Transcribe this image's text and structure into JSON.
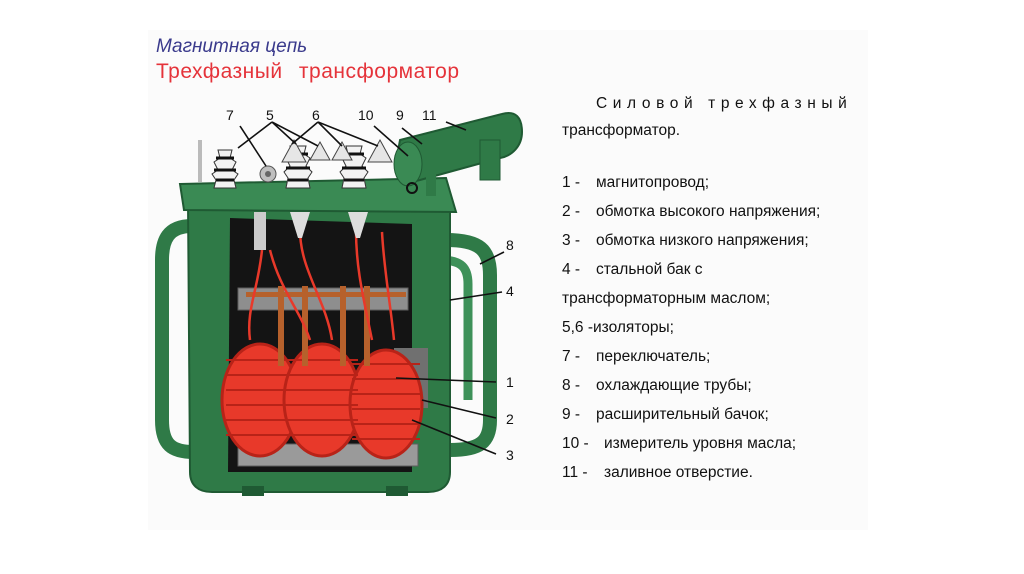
{
  "header": {
    "title_top": "Магнитная цепь",
    "title_main": "Трехфазный трансформатор"
  },
  "description": {
    "title_line1": "Силовой трехфазный",
    "title_line2": "трансформатор."
  },
  "legend": [
    {
      "num": "1 -",
      "text": "магнитопровод;"
    },
    {
      "num": "2 -",
      "text": "обмотка высокого напряжения;"
    },
    {
      "num": "3 -",
      "text": "обмотка низкого напряжения;"
    },
    {
      "num": "4 -",
      "text": "стальной бак с"
    },
    {
      "num": "",
      "text": "трансформаторным маслом;"
    },
    {
      "num": "5,6 -",
      "text": "изоляторы;"
    },
    {
      "num": "7 -",
      "text": "переключатель;"
    },
    {
      "num": "8 -",
      "text": "охлаждающие трубы;"
    },
    {
      "num": "9 -",
      "text": "расширительный бачок;"
    },
    {
      "num": "10 -",
      "text": "измеритель уровня масла;"
    },
    {
      "num": "11 -",
      "text": "заливное отверстие."
    }
  ],
  "callouts": [
    "7",
    "5",
    "6",
    "10",
    "9",
    "11",
    "8",
    "4",
    "1",
    "2",
    "3"
  ],
  "colors": {
    "tank": "#2f7a47",
    "tank_dark": "#1f5a33",
    "winding": "#e8392a",
    "winding_dark": "#b82318",
    "core": "#8e8e8e",
    "title_blue": "#3a3a8c",
    "title_red": "#e5333a"
  }
}
